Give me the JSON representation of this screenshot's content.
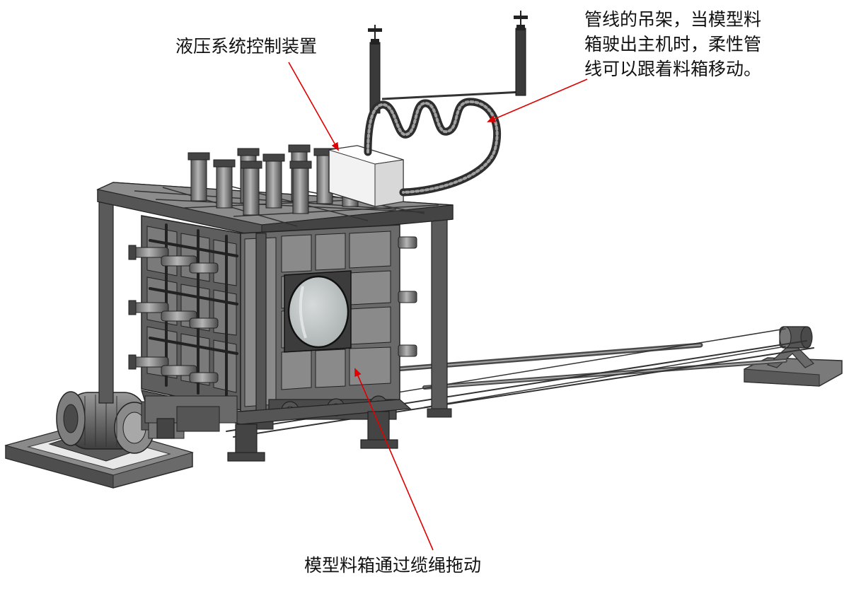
{
  "annotations": {
    "hydraulic_control": "液压系统控制装置",
    "pipeline_hanger": [
      "管线的吊架，当模型料",
      "箱驶出主机时，柔性管",
      "线可以跟着料箱移动。"
    ],
    "cable_drag": "模型料箱通过缆绳拖动"
  },
  "colors": {
    "annotation_arrow": "#e00000",
    "steel_dark": "#3c3c3c",
    "steel_mid": "#6e6e6e",
    "steel_light": "#9a9a9a",
    "window_glass": "#bfc4c4",
    "control_box": "#f2f2f2"
  }
}
